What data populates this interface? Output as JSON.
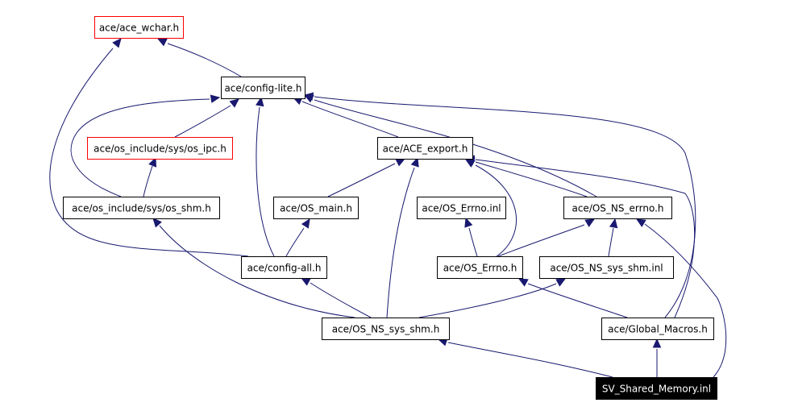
{
  "graph": {
    "colors": {
      "edge": "#191970",
      "node_border": "#000000",
      "node_fill": "#ffffff",
      "node_text": "#000000",
      "truncated_border": "#ff0000",
      "root_fill": "#000000",
      "root_text": "#ffffff"
    },
    "nodes": [
      {
        "id": "ace_wchar",
        "label": "ace/ace_wchar.h",
        "style": "truncated"
      },
      {
        "id": "config_lite",
        "label": "ace/config-lite.h",
        "style": "normal"
      },
      {
        "id": "os_ipc",
        "label": "ace/os_include/sys/os_ipc.h",
        "style": "truncated"
      },
      {
        "id": "ace_export",
        "label": "ace/ACE_export.h",
        "style": "normal"
      },
      {
        "id": "os_shm",
        "label": "ace/os_include/sys/os_shm.h",
        "style": "normal"
      },
      {
        "id": "os_main",
        "label": "ace/OS_main.h",
        "style": "normal"
      },
      {
        "id": "os_errno_inl",
        "label": "ace/OS_Errno.inl",
        "style": "normal"
      },
      {
        "id": "os_ns_errno",
        "label": "ace/OS_NS_errno.h",
        "style": "normal"
      },
      {
        "id": "config_all",
        "label": "ace/config-all.h",
        "style": "normal"
      },
      {
        "id": "os_errno_h",
        "label": "ace/OS_Errno.h",
        "style": "normal"
      },
      {
        "id": "os_ns_sys_shm_inl",
        "label": "ace/OS_NS_sys_shm.inl",
        "style": "normal"
      },
      {
        "id": "os_ns_sys_shm_h",
        "label": "ace/OS_NS_sys_shm.h",
        "style": "normal"
      },
      {
        "id": "global_macros",
        "label": "ace/Global_Macros.h",
        "style": "normal"
      },
      {
        "id": "sv_shared_memory",
        "label": "SV_Shared_Memory.inl",
        "style": "root"
      }
    ],
    "edges": [
      {
        "from": "config_lite",
        "to": "ace_wchar"
      },
      {
        "from": "os_ipc",
        "to": "config_lite"
      },
      {
        "from": "ace_export",
        "to": "config_lite"
      },
      {
        "from": "os_shm",
        "to": "os_ipc"
      },
      {
        "from": "os_shm",
        "to": "config_lite"
      },
      {
        "from": "os_main",
        "to": "ace_export"
      },
      {
        "from": "config_all",
        "to": "ace_wchar"
      },
      {
        "from": "config_all",
        "to": "config_lite"
      },
      {
        "from": "config_all",
        "to": "os_main"
      },
      {
        "from": "os_errno_h",
        "to": "os_errno_inl"
      },
      {
        "from": "os_errno_h",
        "to": "os_ns_errno"
      },
      {
        "from": "os_errno_h",
        "to": "ace_export"
      },
      {
        "from": "os_ns_errno",
        "to": "config_lite"
      },
      {
        "from": "os_ns_errno",
        "to": "ace_export"
      },
      {
        "from": "os_ns_sys_shm_inl",
        "to": "os_ns_errno"
      },
      {
        "from": "os_ns_sys_shm_h",
        "to": "config_all"
      },
      {
        "from": "os_ns_sys_shm_h",
        "to": "ace_export"
      },
      {
        "from": "os_ns_sys_shm_h",
        "to": "os_shm"
      },
      {
        "from": "os_ns_sys_shm_h",
        "to": "os_ns_sys_shm_inl"
      },
      {
        "from": "global_macros",
        "to": "config_lite"
      },
      {
        "from": "global_macros",
        "to": "ace_export"
      },
      {
        "from": "global_macros",
        "to": "os_errno_h"
      },
      {
        "from": "sv_shared_memory",
        "to": "os_ns_sys_shm_h"
      },
      {
        "from": "sv_shared_memory",
        "to": "global_macros"
      },
      {
        "from": "sv_shared_memory",
        "to": "os_ns_errno"
      }
    ]
  }
}
